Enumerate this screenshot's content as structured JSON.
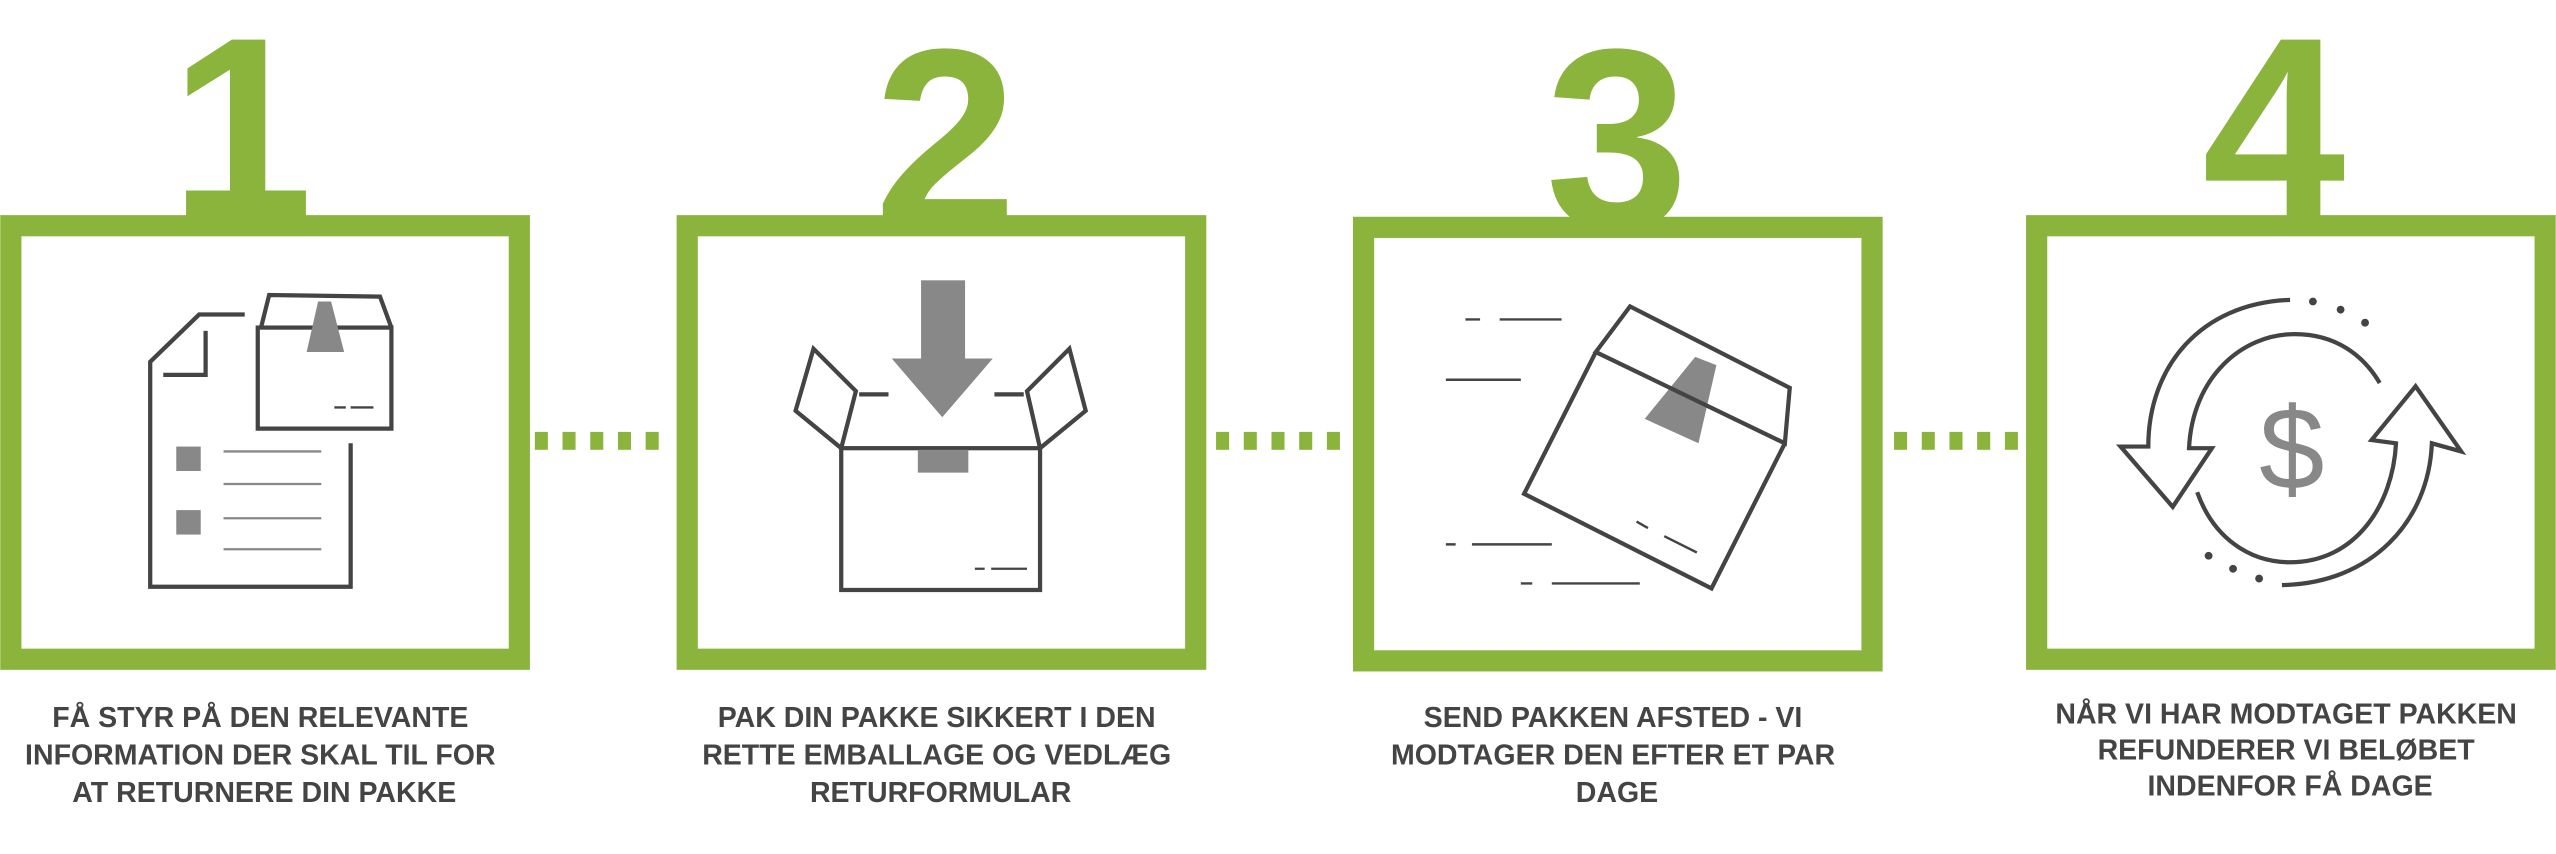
{
  "accent_color": "#8ab43b",
  "text_color": "#444444",
  "steps": [
    {
      "number": "1",
      "icon": "document-and-package-icon",
      "lines": [
        "FÅ STYR PÅ DEN RELEVANTE",
        "INFORMATION DER SKAL TIL FOR",
        "AT RETURNERE DIN PAKKE"
      ]
    },
    {
      "number": "2",
      "icon": "pack-box-icon",
      "lines": [
        "PAK DIN PAKKE SIKKERT I DEN",
        "RETTE EMBALLAGE OG VEDLÆG",
        "RETURFORMULAR"
      ]
    },
    {
      "number": "3",
      "icon": "shipping-box-icon",
      "lines": [
        "SEND PAKKEN AFSTED - VI",
        "MODTAGER DEN EFTER ET PAR",
        "DAGE"
      ]
    },
    {
      "number": "4",
      "icon": "refund-dollar-icon",
      "lines": [
        "NÅR VI HAR MODTAGET PAKKEN",
        "REFUNDERER VI BELØBET",
        "INDENFOR FÅ DAGE"
      ]
    }
  ]
}
